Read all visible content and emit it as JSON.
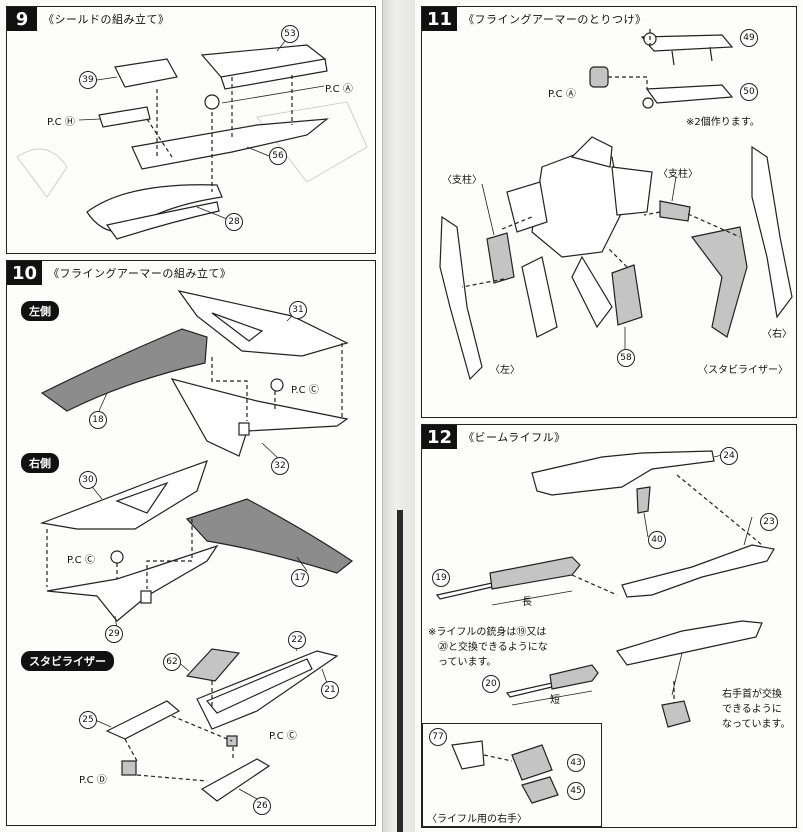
{
  "left_page": {
    "step9": {
      "number": "9",
      "title": "《シールドの組み立て》",
      "parts": [
        "53",
        "39",
        "56",
        "28"
      ],
      "pc_labels": [
        "P.C Ⓐ",
        "P.C Ⓗ"
      ]
    },
    "step10": {
      "number": "10",
      "title": "《フライングアーマーの組み立て》",
      "left_side_tag": "左側",
      "right_side_tag": "右側",
      "stabilizer_tag": "スタビライザー",
      "left_parts": [
        "31",
        "18",
        "32"
      ],
      "left_pc": "P.C Ⓒ",
      "right_parts": [
        "30",
        "17",
        "29"
      ],
      "right_pc": "P.C Ⓒ",
      "stab_parts": [
        "22",
        "62",
        "21",
        "25",
        "26"
      ],
      "stab_pc": [
        "P.C Ⓒ",
        "P.C Ⓓ"
      ]
    }
  },
  "right_page": {
    "step11": {
      "number": "11",
      "title": "《フライングアーマーのとりつけ》",
      "parts": [
        "49",
        "50",
        "58"
      ],
      "pc_label": "P.C Ⓐ",
      "make_two_note": "※2個作ります。",
      "strut_left": "〈支柱〉",
      "strut_right": "〈支柱〉",
      "label_left": "〈左〉",
      "label_right": "〈右〉",
      "stabilizer_label": "〈スタビライザー〉"
    },
    "step12": {
      "number": "12",
      "title": "《ビームライフル》",
      "parts": [
        "24",
        "23",
        "40",
        "19",
        "20",
        "77",
        "43",
        "45"
      ],
      "long_label": "長",
      "short_label": "短",
      "barrel_note": [
        "※ライフルの銃身は⑲又は",
        "⑳と交換できるようにな",
        "っています。"
      ],
      "hand_note": [
        "右手首が交換",
        "できるように",
        "なっています。"
      ],
      "hand_caption": "〈ライフル用の右手〉"
    }
  }
}
